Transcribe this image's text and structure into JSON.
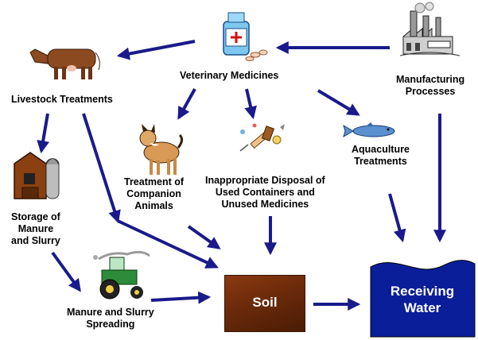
{
  "nodes": {
    "veterinary_medicines": "Veterinary Medicines",
    "manufacturing_processes": [
      "Manufacturing",
      "Processes"
    ],
    "livestock_treatments": "Livestock Treatments",
    "storage": [
      "Storage of",
      "Manure",
      "and Slurry"
    ],
    "companion": [
      "Treatment of",
      "Companion",
      "Animals"
    ],
    "disposal": [
      "Inappropriate Disposal of",
      "Used Containers and",
      "Unused Medicines"
    ],
    "aquaculture": [
      "Aquaculture",
      "Treatments"
    ],
    "spreading": [
      "Manure and Slurry",
      "Spreading"
    ],
    "soil": "Soil",
    "receiving_water": [
      "Receiving",
      "Water"
    ]
  },
  "colors": {
    "arrow": "#1a1a8c",
    "soil": "#6b2a0a",
    "water": "#0b1e9a",
    "text": "#000000"
  },
  "icons": {
    "factory": "factory-icon",
    "medicine": "medicine-bottle-icon",
    "cow": "cow-icon",
    "barn": "barn-icon",
    "dog": "dog-icon",
    "syringe": "syringe-icon",
    "fish": "fish-icon",
    "tractor": "tractor-icon"
  }
}
